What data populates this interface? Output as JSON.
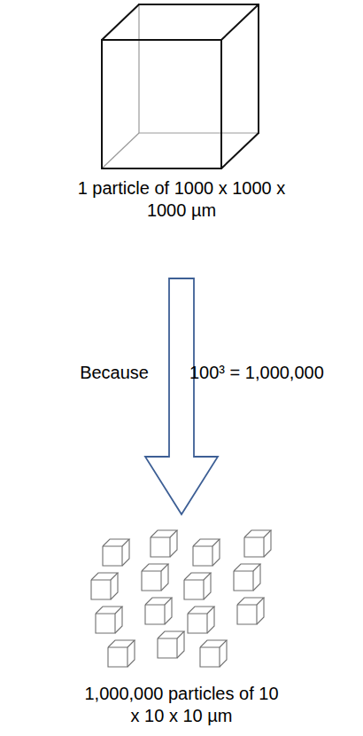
{
  "diagram": {
    "nodes": [
      {
        "text": [
          "1 particle of 1000 x 1000 x 1000 µm"
        ]
      },
      {
        "text": [
          "1,000,000 particles of 10 x 10 x 10 µm"
        ]
      }
    ],
    "edges": [
      {
        "from": 0,
        "to": 1,
        "arrow": "to"
      }
    ],
    "labels": [
      "Because",
      "100³ = 1,000,000"
    ]
  }
}
